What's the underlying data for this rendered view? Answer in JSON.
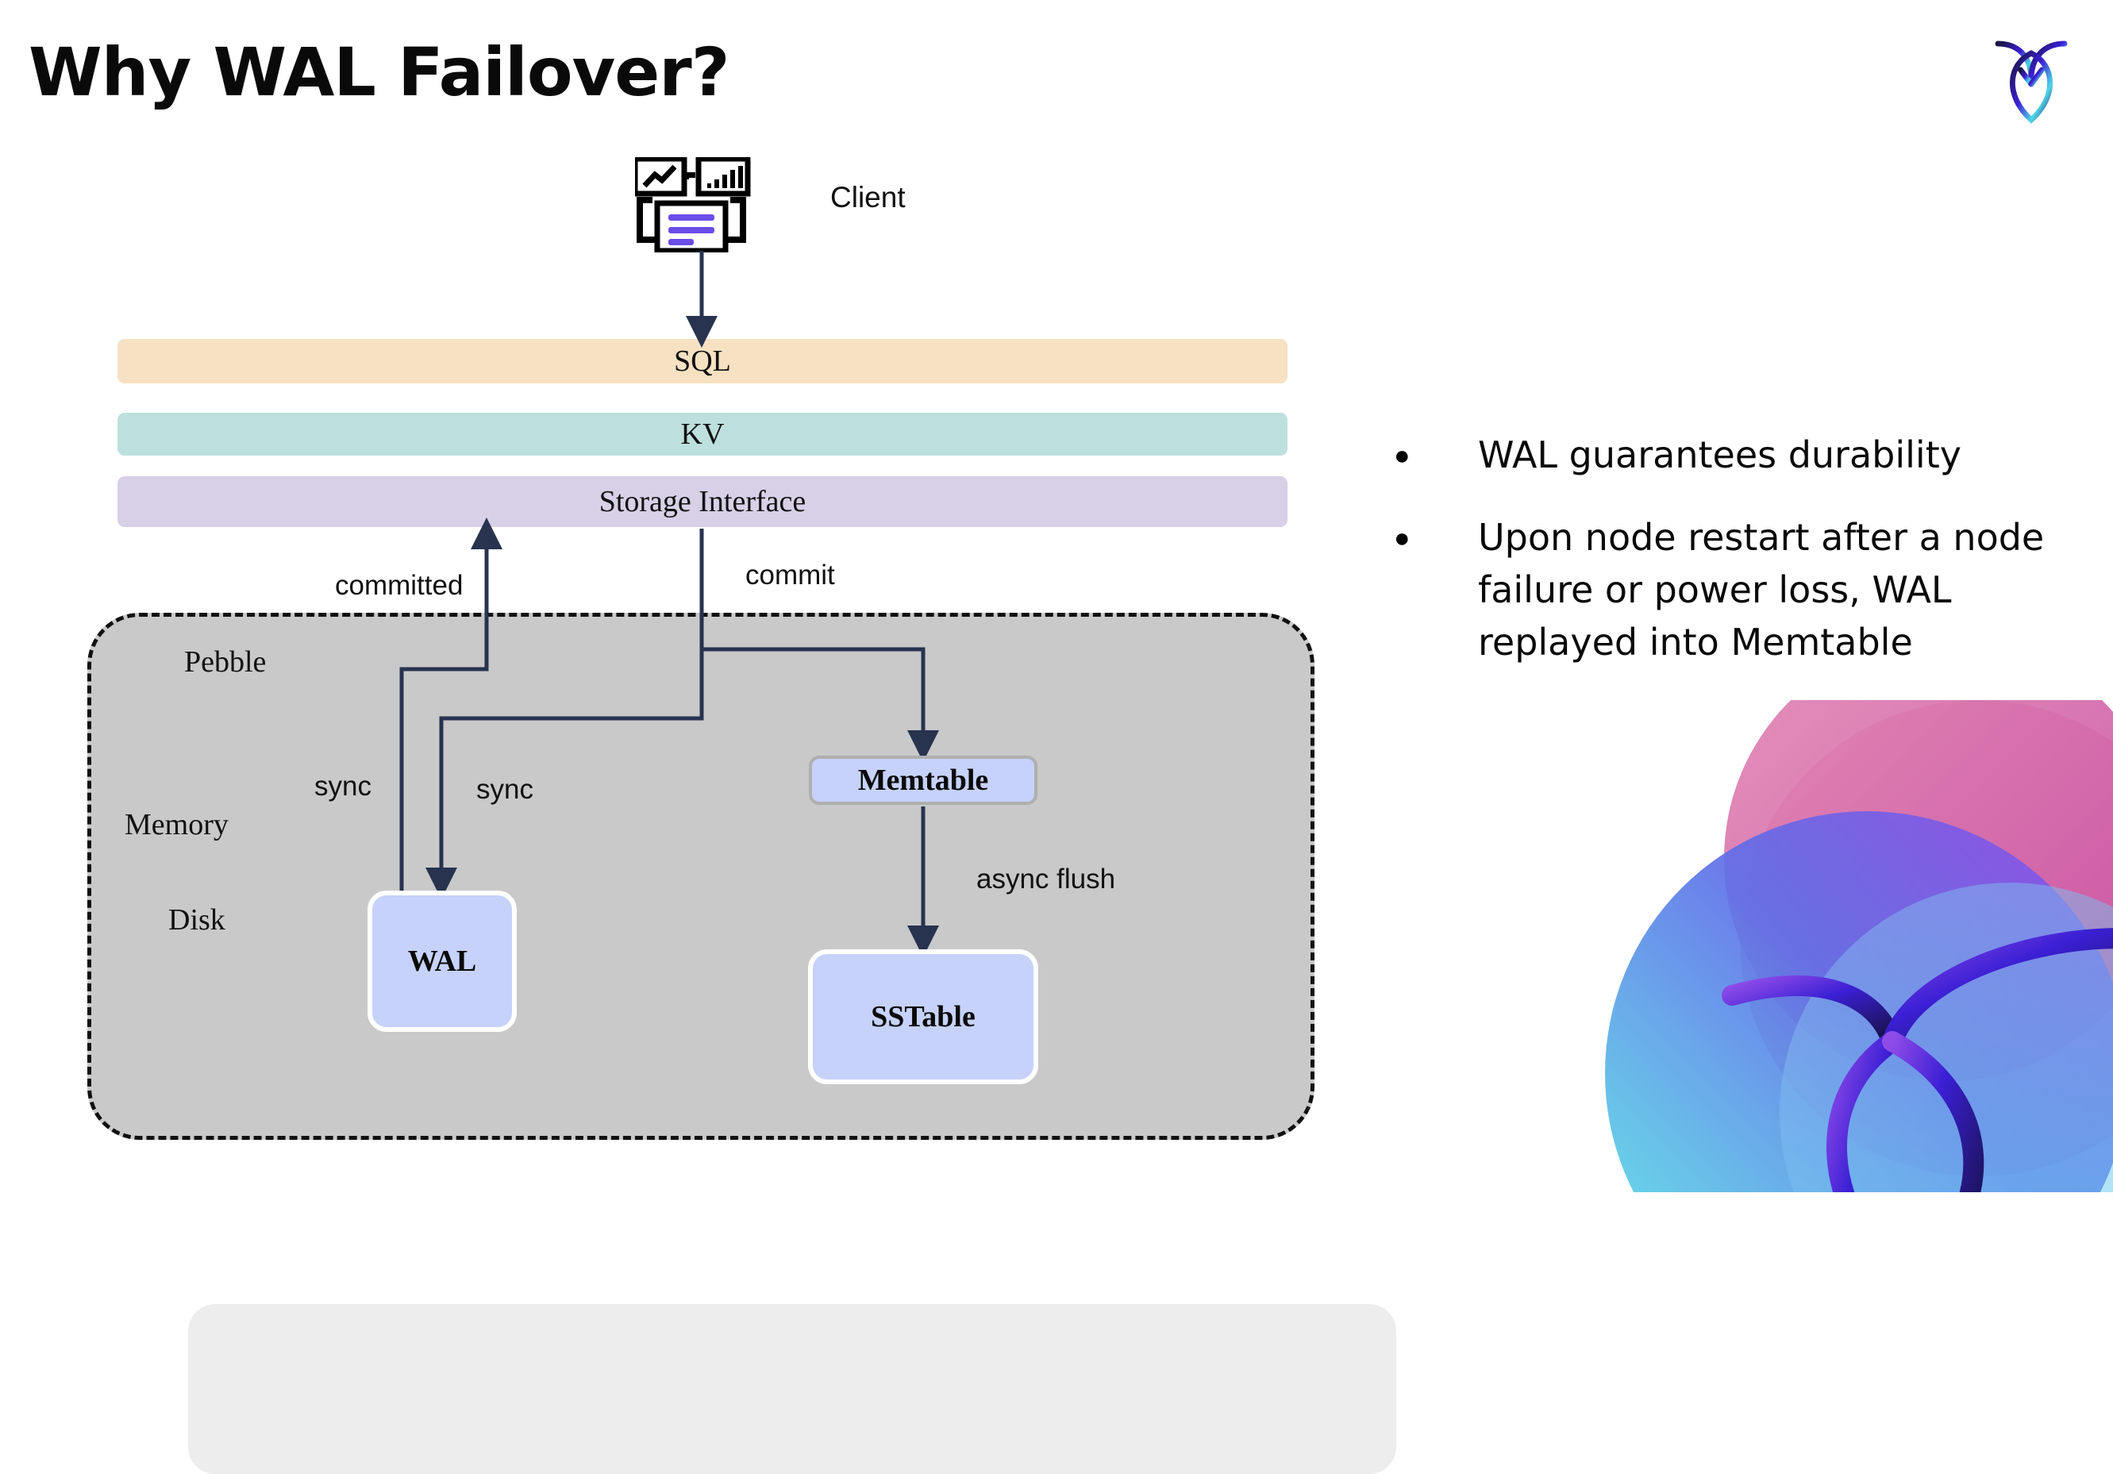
{
  "slide": {
    "title": "Why WAL Failover?"
  },
  "brand": {
    "logo_icon": "cockroach-labs-logo-icon",
    "decor_icon": "cockroach-labs-watermark-icon",
    "gradient_pink": "#D9609A",
    "gradient_purple": "#5B2BE0",
    "gradient_cyan": "#4FE0E0",
    "gradient_blue": "#3F8FE0"
  },
  "diagram": {
    "client": {
      "label": "Client",
      "icon": "client-workstation-icon"
    },
    "layers": [
      {
        "key": "sql",
        "label": "SQL",
        "color": "#F6E1C2"
      },
      {
        "key": "kv",
        "label": "KV",
        "color": "#BDE0DE"
      },
      {
        "key": "storage_interface",
        "label": "Storage Interface",
        "color": "#D7D0E7"
      }
    ],
    "container": {
      "label": "Pebble",
      "fill": "#C9C9C9",
      "border_style": "dashed"
    },
    "regions": [
      {
        "key": "memory",
        "label": "Memory",
        "fill": "#EDEDED"
      },
      {
        "key": "disk",
        "label": "Disk",
        "fill": "#C9C9C9"
      }
    ],
    "nodes": [
      {
        "key": "memtable",
        "label": "Memtable",
        "fill": "#C6D2FA",
        "border": "#AFAFAF"
      },
      {
        "key": "wal",
        "label": "WAL",
        "fill": "#C6D2FA",
        "border": "#FFFFFF"
      },
      {
        "key": "sstable",
        "label": "SSTable",
        "fill": "#C6D2FA",
        "border": "#FFFFFF"
      }
    ],
    "edge_labels": [
      {
        "key": "committed",
        "label": "committed"
      },
      {
        "key": "commit",
        "label": "commit"
      },
      {
        "key": "sync_left",
        "label": "sync"
      },
      {
        "key": "sync_right",
        "label": "sync"
      },
      {
        "key": "async_flush",
        "label": "async flush"
      }
    ],
    "edge_color": "#27334F"
  },
  "bullets": [
    {
      "marker": "●",
      "text": "WAL guarantees durability"
    },
    {
      "marker": "●",
      "text": "Upon node restart after a node failure or power loss, WAL replayed into Memtable"
    }
  ]
}
